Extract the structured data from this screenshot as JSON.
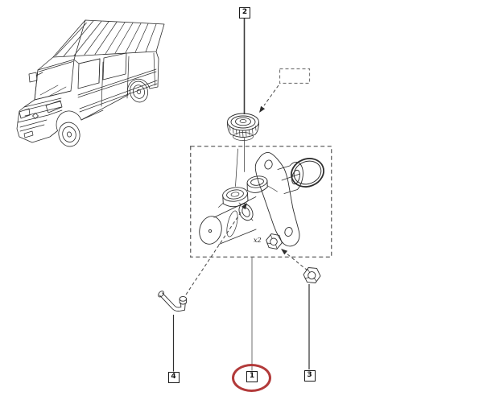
{
  "diagram": {
    "callouts": {
      "c1": {
        "label": "1",
        "highlighted": true
      },
      "c2": {
        "label": "2",
        "highlighted": false
      },
      "c3": {
        "label": "3",
        "highlighted": false
      },
      "c4": {
        "label": "4",
        "highlighted": false
      }
    },
    "quantity_note": "x2",
    "parts": [
      {
        "callout": "2",
        "name": "reservoir-cap"
      },
      {
        "callout": "1",
        "name": "master-cylinder-assembly"
      },
      {
        "callout": "3",
        "name": "flange-nut"
      },
      {
        "callout": "4",
        "name": "retaining-pin"
      }
    ],
    "colors": {
      "line": "#2e2e2e",
      "leader": "#7d7d7d",
      "dashed": "#6f6f6f",
      "highlight": "#b23a3a",
      "background": "#ffffff"
    }
  }
}
